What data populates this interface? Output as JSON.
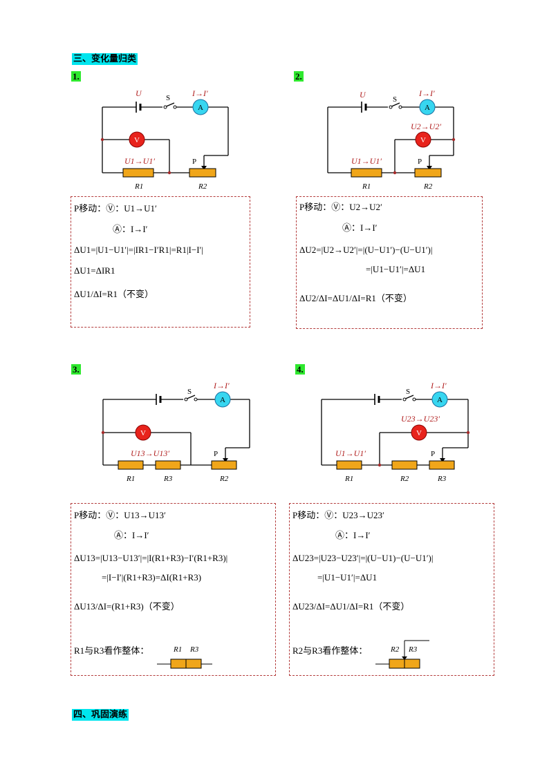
{
  "section3": "三、变化量归类",
  "section4": "四、巩固演练",
  "p1": {
    "num": "1.",
    "labels": {
      "U": "U",
      "S": "S",
      "I": "I→I′",
      "V": "V",
      "A": "A",
      "U1": "U1→U1′",
      "P": "P",
      "R1": "R1",
      "R2": "R2"
    },
    "lines": [
      "P移动：Ⓥ：U1→U1′",
      "Ⓐ：I→I′",
      "ΔU1=|U1−U1′|=|IR1−I′R1|=R1|I−I′|",
      "ΔU1=ΔIR1",
      "ΔU1/ΔI=R1（不变）"
    ]
  },
  "p2": {
    "num": "2.",
    "labels": {
      "U": "U",
      "S": "S",
      "I": "I→I′",
      "U2": "U2→U2′",
      "V": "V",
      "A": "A",
      "U1": "U1→U1′",
      "P": "P",
      "R1": "R1",
      "R2": "R2"
    },
    "lines": [
      "P移动：Ⓥ：U2→U2′",
      "Ⓐ：I→I′",
      "ΔU2=|U2→U2′|=|(U−U1′)−(U−U1′)|",
      "=|U1−U1′|=ΔU1",
      "ΔU2/ΔI=ΔU1/ΔI=R1（不变）"
    ]
  },
  "p3": {
    "num": "3.",
    "labels": {
      "S": "S",
      "I": "I→I′",
      "V": "V",
      "A": "A",
      "U13": "U13→U13′",
      "P": "P",
      "R1": "R1",
      "R3": "R3",
      "R2": "R2"
    },
    "lines": [
      "P移动：Ⓥ：U13→U13′",
      "Ⓐ：I→I′",
      "ΔU13=|U13−U13′|=|I(R1+R3)−I′(R1+R3)|",
      "=|I−I′|(R1+R3)=ΔI(R1+R3)",
      "ΔU13/ΔI=(R1+R3)（不变）",
      "R1与R3看作整体："
    ]
  },
  "p4": {
    "num": "4.",
    "labels": {
      "S": "S",
      "I": "I→I′",
      "U23": "U23→U23′",
      "V": "V",
      "A": "A",
      "U1": "U1→U1′",
      "P": "P",
      "R1": "R1",
      "R2": "R2",
      "R3": "R3"
    },
    "lines": [
      "P移动：Ⓥ：U23→U23′",
      "Ⓐ：I→I′",
      "ΔU23=|U23−U23′|=|(U−U1)−(U−U1′)|",
      "=|U1−U1′|=ΔU1",
      "ΔU23/ΔI=ΔU1/ΔI=R1（不变）",
      "R2与R3看作整体："
    ]
  },
  "colors": {
    "resistor": "#f0a61a",
    "meterV": "#e8231c",
    "meterA": "#37d6f0",
    "label": "#b22222",
    "boxBorder": "#b33a3a"
  }
}
